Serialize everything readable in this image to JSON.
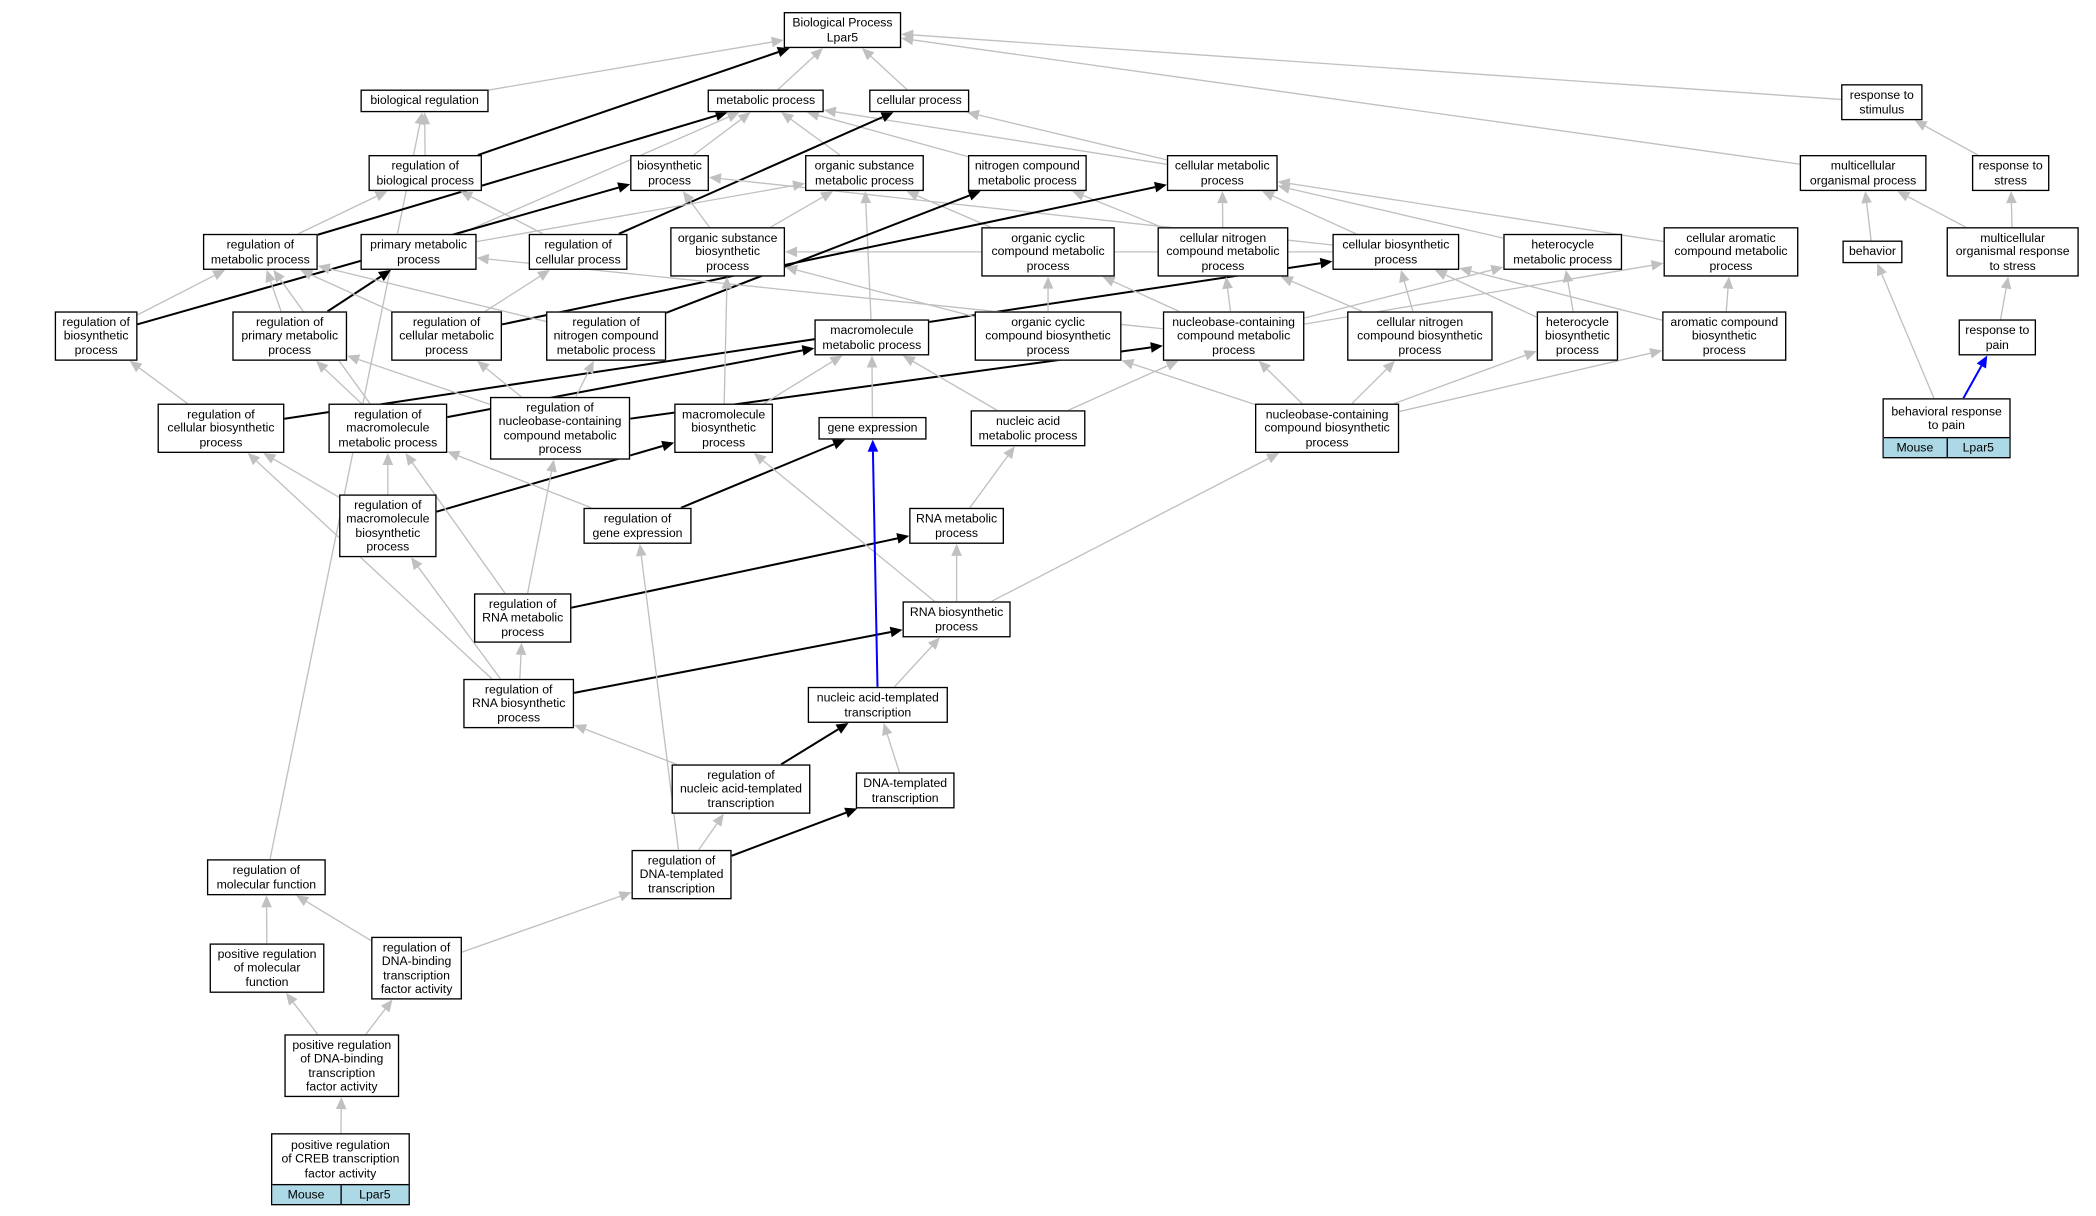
{
  "colors": {
    "edge_gray": "#c0c0c0",
    "edge_black": "#000000",
    "edge_blue": "#0000ff",
    "leaf_fill": "#add8e6"
  },
  "nodes": {
    "bp": "Biological Process\nLpar5",
    "bio_reg": "biological regulation",
    "metabolic": "metabolic process",
    "cellular": "cellular process",
    "resp_stim": "response to\nstimulus",
    "reg_bio": "regulation of\nbiological process",
    "biosynth": "biosynthetic\nprocess",
    "org_sub_met": "organic substance\nmetabolic process",
    "nitro_met": "nitrogen compound\nmetabolic process",
    "cell_met": "cellular metabolic\nprocess",
    "multi_org": "multicellular\norganismal process",
    "resp_stress": "response to\nstress",
    "reg_met": "regulation of\nmetabolic process",
    "prim_met": "primary metabolic\nprocess",
    "reg_cell": "regulation of\ncellular process",
    "org_sub_bio": "organic substance\nbiosynthetic\nprocess",
    "org_cyc_met": "organic cyclic\ncompound metabolic\nprocess",
    "cell_nitro_met": "cellular nitrogen\ncompound metabolic\nprocess",
    "cell_bio": "cellular biosynthetic\nprocess",
    "het_met": "heterocycle\nmetabolic process",
    "cell_arom": "cellular aromatic\ncompound metabolic\nprocess",
    "behavior": "behavior",
    "multi_stress": "multicellular\norganismal response\nto stress",
    "reg_biosynth": "regulation of\nbiosynthetic\nprocess",
    "reg_prim": "regulation of\nprimary metabolic\nprocess",
    "reg_cell_met": "regulation of\ncellular metabolic\nprocess",
    "reg_nitro": "regulation of\nnitrogen compound\nmetabolic process",
    "macro_met": "macromolecule\nmetabolic process",
    "org_cyc_bio": "organic cyclic\ncompound biosynthetic\nprocess",
    "nucbase_met": "nucleobase-containing\ncompound metabolic\nprocess",
    "cell_nitro_bio": "cellular nitrogen\ncompound biosynthetic\nprocess",
    "het_bio": "heterocycle\nbiosynthetic\nprocess",
    "arom_bio": "aromatic compound\nbiosynthetic\nprocess",
    "resp_pain": "response to\npain",
    "reg_cell_bio": "regulation of\ncellular biosynthetic\nprocess",
    "reg_macro_met": "regulation of\nmacromolecule\nmetabolic process",
    "reg_nucbase": "regulation of\nnucleobase-containing\ncompound metabolic\nprocess",
    "macro_bio": "macromolecule\nbiosynthetic\nprocess",
    "gene_expr": "gene expression",
    "nuc_met": "nucleic acid\nmetabolic process",
    "nucbase_bio": "nucleobase-containing\ncompound biosynthetic\nprocess",
    "reg_macro_bio": "regulation of\nmacromolecule\nbiosynthetic\nprocess",
    "reg_gene": "regulation of\ngene expression",
    "rna_met": "RNA metabolic\nprocess",
    "reg_rna_met": "regulation of\nRNA metabolic\nprocess",
    "rna_bio": "RNA biosynthetic\nprocess",
    "reg_rna_bio": "regulation of\nRNA biosynthetic\nprocess",
    "nat": "nucleic acid-templated\ntranscription",
    "reg_nat": "regulation of\nnucleic acid-templated\ntranscription",
    "dna_t": "DNA-templated\ntranscription",
    "reg_mol": "regulation of\nmolecular function",
    "reg_dna_t": "regulation of\nDNA-templated\ntranscription",
    "pos_reg_mol": "positive regulation\nof molecular\nfunction",
    "reg_dbtf": "regulation of\nDNA-binding\ntranscription\nfactor activity",
    "pos_reg_dbtf": "positive regulation\nof DNA-binding\ntranscription\nfactor activity"
  },
  "leaves": {
    "beh_pain": {
      "label": "behavioral response\nto pain",
      "species": "Mouse",
      "gene": "Lpar5"
    },
    "creb": {
      "label": "positive regulation\nof CREB transcription\nfactor activity",
      "species": "Mouse",
      "gene": "Lpar5"
    }
  },
  "edges": [
    [
      "bio_reg",
      "bp",
      "gray"
    ],
    [
      "metabolic",
      "bp",
      "gray"
    ],
    [
      "cellular",
      "bp",
      "gray"
    ],
    [
      "resp_stim",
      "bp",
      "gray"
    ],
    [
      "multi_org",
      "bp",
      "gray"
    ],
    [
      "reg_bio",
      "bp",
      "black"
    ],
    [
      "reg_bio",
      "bio_reg",
      "gray"
    ],
    [
      "reg_mol",
      "bio_reg",
      "gray"
    ],
    [
      "cell_met",
      "metabolic",
      "gray"
    ],
    [
      "cell_met",
      "cellular",
      "gray"
    ],
    [
      "biosynth",
      "metabolic",
      "gray"
    ],
    [
      "org_sub_met",
      "metabolic",
      "gray"
    ],
    [
      "nitro_met",
      "metabolic",
      "gray"
    ],
    [
      "prim_met",
      "metabolic",
      "gray"
    ],
    [
      "reg_met",
      "metabolic",
      "black"
    ],
    [
      "reg_met",
      "reg_bio",
      "gray"
    ],
    [
      "reg_cell",
      "reg_bio",
      "gray"
    ],
    [
      "reg_cell",
      "cellular",
      "black"
    ],
    [
      "reg_biosynth",
      "biosynth",
      "black"
    ],
    [
      "reg_biosynth",
      "reg_met",
      "gray"
    ],
    [
      "cell_bio",
      "biosynth",
      "gray"
    ],
    [
      "cell_bio",
      "cell_met",
      "gray"
    ],
    [
      "cell_bio",
      "org_sub_bio",
      "gray"
    ],
    [
      "org_sub_bio",
      "biosynth",
      "gray"
    ],
    [
      "org_sub_bio",
      "org_sub_met",
      "gray"
    ],
    [
      "prim_met",
      "org_sub_met",
      "gray"
    ],
    [
      "macro_met",
      "org_sub_met",
      "gray"
    ],
    [
      "cell_nitro_met",
      "nitro_met",
      "gray"
    ],
    [
      "cell_nitro_met",
      "cell_met",
      "gray"
    ],
    [
      "het_met",
      "cell_met",
      "gray"
    ],
    [
      "cell_arom",
      "cell_met",
      "gray"
    ],
    [
      "org_cyc_met",
      "org_sub_met",
      "gray"
    ],
    [
      "resp_stress",
      "resp_stim",
      "gray"
    ],
    [
      "behavior",
      "multi_org",
      "gray"
    ],
    [
      "multi_stress",
      "multi_org",
      "gray"
    ],
    [
      "multi_stress",
      "resp_stress",
      "gray"
    ],
    [
      "resp_pain",
      "multi_stress",
      "gray"
    ],
    [
      "beh_pain",
      "resp_pain",
      "blue"
    ],
    [
      "beh_pain",
      "behavior",
      "gray"
    ],
    [
      "reg_prim",
      "prim_met",
      "black"
    ],
    [
      "reg_prim",
      "reg_met",
      "gray"
    ],
    [
      "reg_cell_met",
      "cell_met",
      "black"
    ],
    [
      "reg_cell_met",
      "reg_cell",
      "gray"
    ],
    [
      "reg_cell_met",
      "reg_met",
      "gray"
    ],
    [
      "reg_nitro",
      "nitro_met",
      "black"
    ],
    [
      "reg_nitro",
      "reg_met",
      "gray"
    ],
    [
      "reg_cell_bio",
      "cell_bio",
      "black"
    ],
    [
      "reg_cell_bio",
      "reg_biosynth",
      "gray"
    ],
    [
      "reg_macro_met",
      "macro_met",
      "black"
    ],
    [
      "reg_macro_met",
      "reg_prim",
      "gray"
    ],
    [
      "reg_macro_met",
      "reg_met",
      "gray"
    ],
    [
      "reg_nucbase",
      "nucbase_met",
      "black"
    ],
    [
      "reg_nucbase",
      "reg_cell_met",
      "gray"
    ],
    [
      "reg_nucbase",
      "reg_nitro",
      "gray"
    ],
    [
      "reg_nucbase",
      "reg_prim",
      "gray"
    ],
    [
      "macro_bio",
      "macro_met",
      "gray"
    ],
    [
      "macro_bio",
      "org_sub_bio",
      "gray"
    ],
    [
      "gene_expr",
      "macro_met",
      "gray"
    ],
    [
      "nuc_met",
      "macro_met",
      "gray"
    ],
    [
      "nuc_met",
      "nucbase_met",
      "gray"
    ],
    [
      "nucbase_met",
      "cell_nitro_met",
      "gray"
    ],
    [
      "nucbase_met",
      "het_met",
      "gray"
    ],
    [
      "nucbase_met",
      "cell_arom",
      "gray"
    ],
    [
      "nucbase_met",
      "org_cyc_met",
      "gray"
    ],
    [
      "nucbase_met",
      "prim_met",
      "gray"
    ],
    [
      "nucbase_bio",
      "nucbase_met",
      "gray"
    ],
    [
      "nucbase_bio",
      "cell_nitro_bio",
      "gray"
    ],
    [
      "nucbase_bio",
      "het_bio",
      "gray"
    ],
    [
      "nucbase_bio",
      "arom_bio",
      "gray"
    ],
    [
      "nucbase_bio",
      "org_cyc_bio",
      "gray"
    ],
    [
      "org_cyc_bio",
      "org_cyc_met",
      "gray"
    ],
    [
      "org_cyc_bio",
      "org_sub_bio",
      "gray"
    ],
    [
      "cell_nitro_bio",
      "cell_nitro_met",
      "gray"
    ],
    [
      "cell_nitro_bio",
      "cell_bio",
      "gray"
    ],
    [
      "het_bio",
      "het_met",
      "gray"
    ],
    [
      "het_bio",
      "cell_bio",
      "gray"
    ],
    [
      "arom_bio",
      "cell_arom",
      "gray"
    ],
    [
      "arom_bio",
      "cell_bio",
      "gray"
    ],
    [
      "reg_macro_bio",
      "macro_bio",
      "black"
    ],
    [
      "reg_macro_bio",
      "reg_macro_met",
      "gray"
    ],
    [
      "reg_macro_bio",
      "reg_cell_bio",
      "gray"
    ],
    [
      "reg_gene",
      "gene_expr",
      "black"
    ],
    [
      "reg_gene",
      "reg_macro_met",
      "gray"
    ],
    [
      "rna_met",
      "nuc_met",
      "gray"
    ],
    [
      "reg_rna_met",
      "rna_met",
      "black"
    ],
    [
      "reg_rna_met",
      "reg_nucbase",
      "gray"
    ],
    [
      "reg_rna_met",
      "reg_macro_met",
      "gray"
    ],
    [
      "rna_bio",
      "rna_met",
      "gray"
    ],
    [
      "rna_bio",
      "macro_bio",
      "gray"
    ],
    [
      "rna_bio",
      "nucbase_bio",
      "gray"
    ],
    [
      "reg_rna_bio",
      "rna_bio",
      "black"
    ],
    [
      "reg_rna_bio",
      "reg_rna_met",
      "gray"
    ],
    [
      "reg_rna_bio",
      "reg_macro_bio",
      "gray"
    ],
    [
      "reg_rna_bio",
      "reg_cell_bio",
      "gray"
    ],
    [
      "nat",
      "rna_bio",
      "gray"
    ],
    [
      "nat",
      "gene_expr",
      "blue"
    ],
    [
      "reg_nat",
      "nat",
      "black"
    ],
    [
      "reg_nat",
      "reg_rna_bio",
      "gray"
    ],
    [
      "dna_t",
      "nat",
      "gray"
    ],
    [
      "reg_dna_t",
      "dna_t",
      "black"
    ],
    [
      "reg_dna_t",
      "reg_nat",
      "gray"
    ],
    [
      "reg_dna_t",
      "reg_gene",
      "gray"
    ],
    [
      "reg_dbtf",
      "reg_dna_t",
      "gray"
    ],
    [
      "reg_dbtf",
      "reg_mol",
      "gray"
    ],
    [
      "pos_reg_mol",
      "reg_mol",
      "gray"
    ],
    [
      "pos_reg_dbtf",
      "reg_dbtf",
      "gray"
    ],
    [
      "pos_reg_dbtf",
      "pos_reg_mol",
      "gray"
    ],
    [
      "creb",
      "pos_reg_dbtf",
      "gray"
    ]
  ]
}
